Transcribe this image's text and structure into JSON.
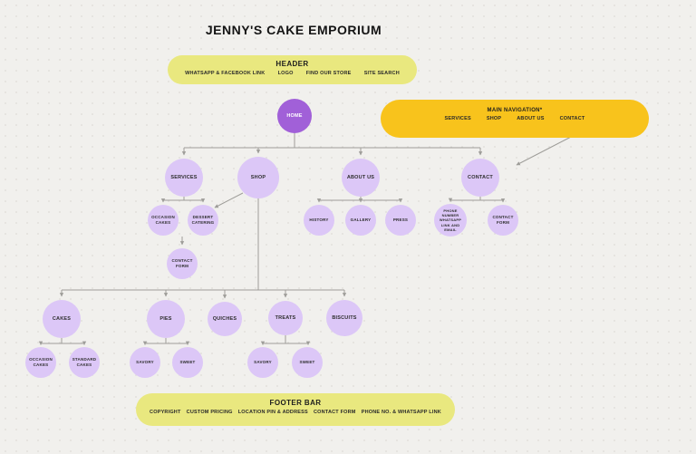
{
  "title": "JENNY'S CAKE EMPORIUM",
  "header": {
    "title": "HEADER",
    "items": [
      "WHATSAPP & FACEBOOK LINK",
      "LOGO",
      "FIND OUR STORE",
      "SITE SEARCH"
    ]
  },
  "main_nav": {
    "title": "MAIN NAVIGATION*",
    "items": [
      "SERVICES",
      "SHOP",
      "ABOUT US",
      "CONTACT"
    ]
  },
  "footer": {
    "title": "FOOTER BAR",
    "items": [
      "COPYRIGHT",
      "CUSTOM PRICING",
      "LOCATION PIN & ADDRESS",
      "CONTACT FORM",
      "PHONE NO. & WHATSAPP LINK"
    ]
  },
  "nodes": {
    "home": "HOME",
    "services": "SERVICES",
    "shop": "SHOP",
    "about_us": "ABOUT US",
    "contact": "CONTACT",
    "occasion_cakes": "OCCASION CAKES",
    "dessert_catering": "DESSERT CATERING",
    "services_contact_form": "CONTACT FORM",
    "history": "HISTORY",
    "gallery": "GALLERY",
    "press": "PRESS",
    "phone_whatsapp_email": "PHONE NUMBER WHATSAPP LINK AND EMAIL",
    "contact_contact_form": "CONTACT FORM",
    "cakes": "CAKES",
    "pies": "PIES",
    "quiches": "QUICHES",
    "treats": "TREATS",
    "biscuits": "BISCUITS",
    "cakes_occasion": "OCCASION CAKES",
    "cakes_standard": "STANDARD CAKES",
    "pies_savory": "SAVORY",
    "pies_sweet": "SWEET",
    "treats_savory": "SAVORY",
    "treats_sweet": "SWEET"
  },
  "colors": {
    "background": "#f1f0ed",
    "band": "#e9e87f",
    "nav": "#f8c31c",
    "home_node": "#a160d8",
    "node": "#dcc7f7",
    "connector": "#9e9d99"
  }
}
